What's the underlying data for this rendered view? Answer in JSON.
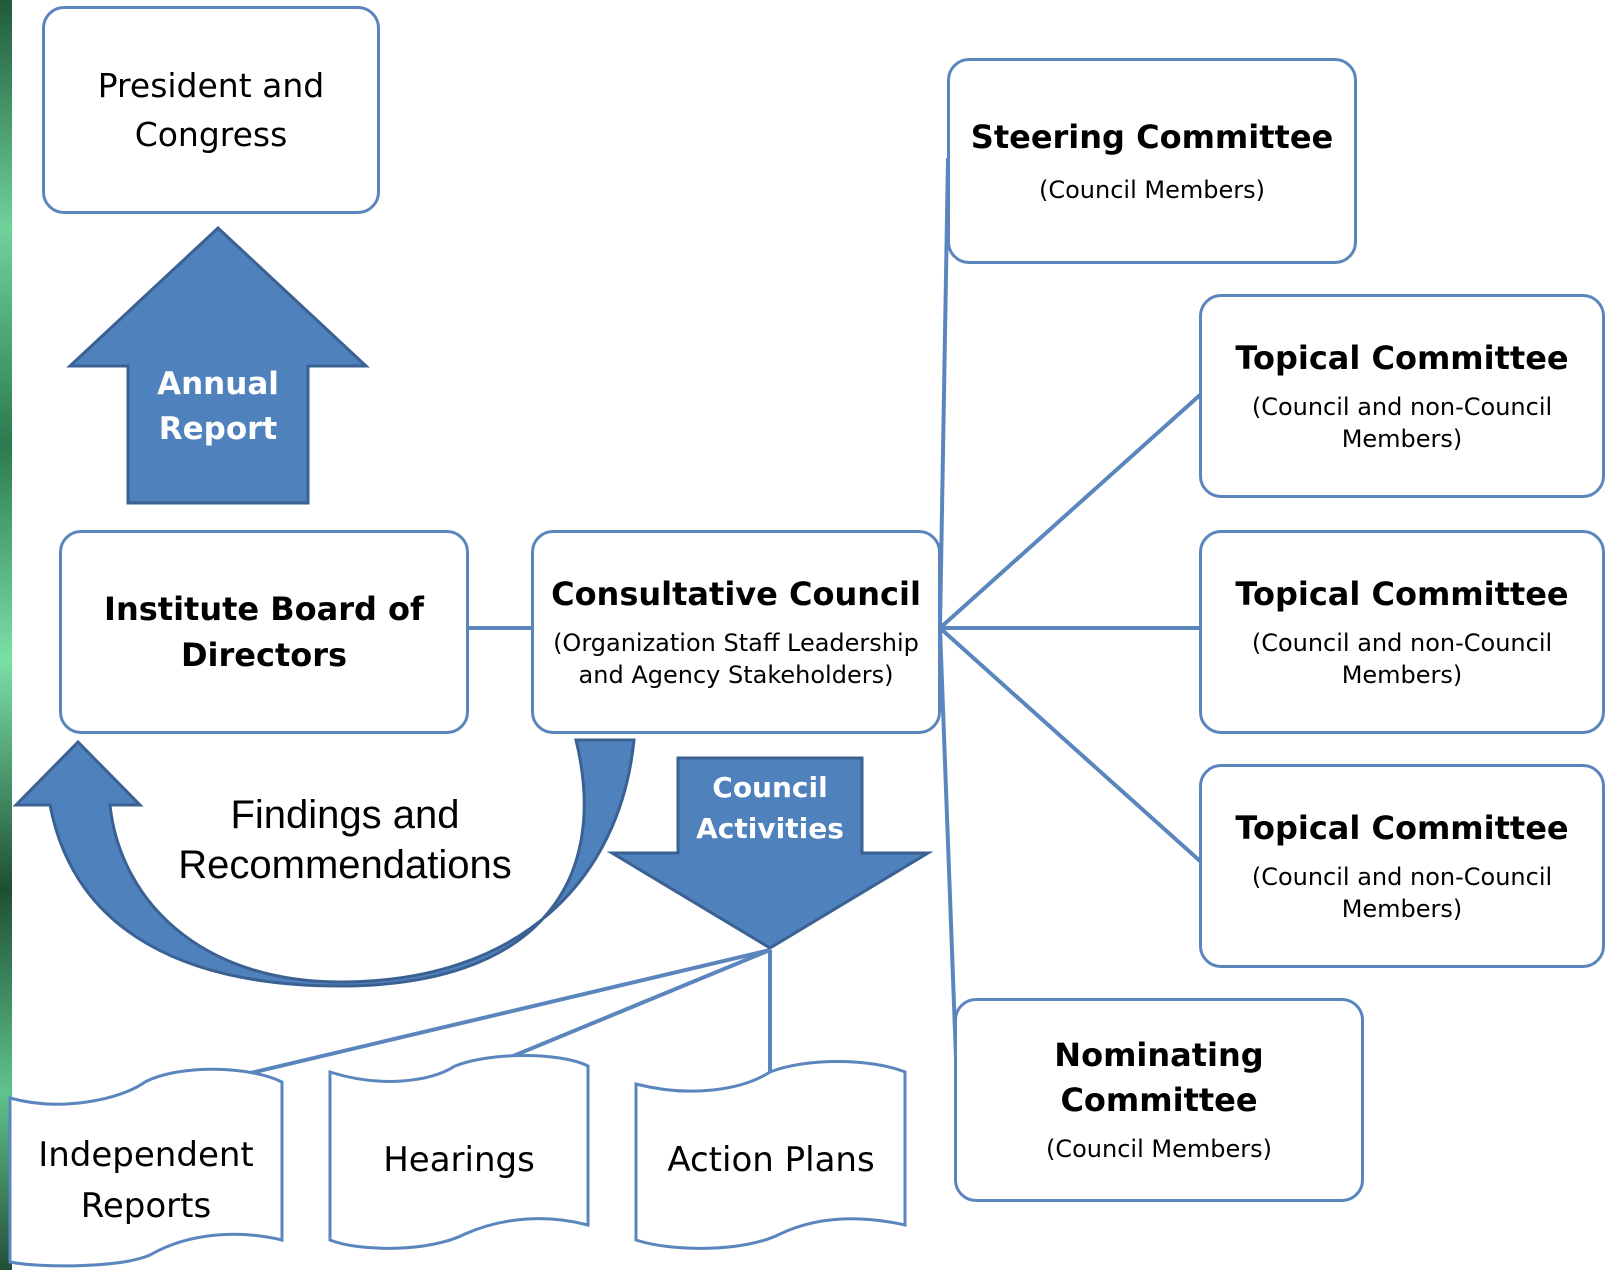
{
  "nodes": {
    "president": {
      "title": "President and Congress"
    },
    "board": {
      "title": "Institute Board of Directors"
    },
    "council": {
      "title": "Consultative Council",
      "subtitle": "(Organization Staff Leadership and Agency Stakeholders)"
    },
    "steering": {
      "title": "Steering Committee",
      "subtitle": "(Council Members)"
    },
    "topical": [
      {
        "title": "Topical Committee",
        "subtitle": "(Council and non-Council Members)"
      },
      {
        "title": "Topical Committee",
        "subtitle": "(Council and non-Council Members)"
      },
      {
        "title": "Topical Committee",
        "subtitle": "(Council and non-Council Members)"
      }
    ],
    "nominating": {
      "title": "Nominating Committee",
      "subtitle": "(Council Members)"
    }
  },
  "arrows": {
    "annual_report": "Annual Report",
    "council_activities": "Council Activities",
    "findings": "Findings and Recommendations"
  },
  "documents": [
    "Independent Reports",
    "Hearings",
    "Action Plans"
  ],
  "colors": {
    "box_border": "#5b86bd",
    "arrow_fill": "#4f81bd",
    "arrow_dark": "#3f6496",
    "line": "#5b86bd"
  }
}
